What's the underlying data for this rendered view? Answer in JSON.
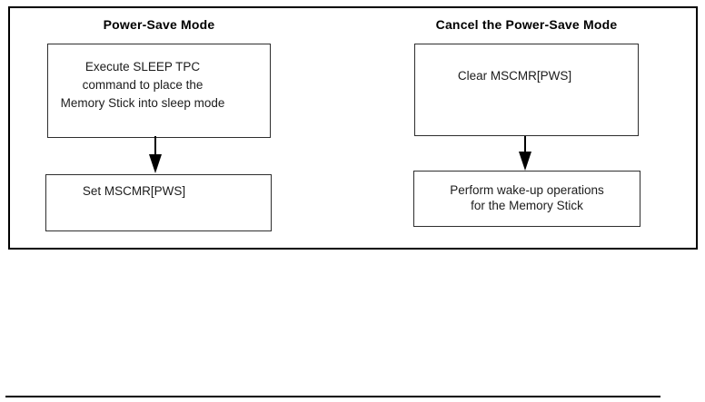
{
  "flows": [
    {
      "title": "Power-Save Mode",
      "steps": [
        {
          "text": "Execute SLEEP TPC\ncommand to place the\nMemory Stick into sleep mode"
        },
        {
          "text": "Set MSCMR[PWS]"
        }
      ]
    },
    {
      "title": "Cancel the Power-Save Mode",
      "steps": [
        {
          "text": "Clear MSCMR[PWS]"
        },
        {
          "text": "Perform wake-up operations\nfor the Memory Stick"
        }
      ]
    }
  ],
  "colors": {
    "frame_border": "#000000",
    "box_border": "#2e2e2e",
    "text": "#000000",
    "background": "#ffffff"
  }
}
